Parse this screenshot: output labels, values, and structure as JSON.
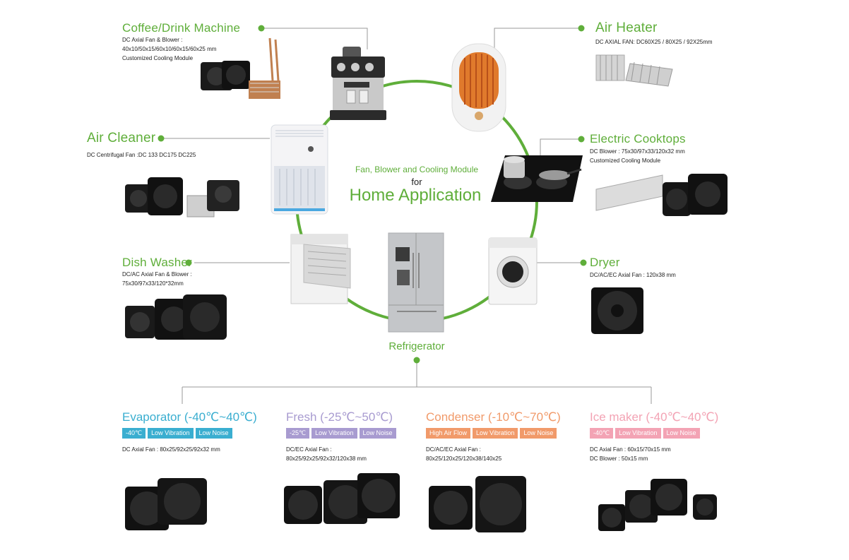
{
  "center": {
    "subtitle": "Fan, Blower and Cooling Module",
    "for": "for",
    "title": "Home Application"
  },
  "applications": {
    "coffee": {
      "title": "Coffee/Drink Machine",
      "lines": [
        "DC Axial Fan & Blower :",
        "40x10/50x15/60x10/60x15/60x25 mm",
        "Customized Cooling Module"
      ]
    },
    "air_cleaner": {
      "title": "Air Cleaner",
      "lines": [
        "DC Centrifugal Fan :DC 133   DC175  DC225"
      ]
    },
    "dish_washer": {
      "title": "Dish Washer",
      "lines": [
        "DC/AC Axial Fan & Blower :",
        "75x30/97x33/120*32mm"
      ]
    },
    "air_heater": {
      "title": "Air Heater",
      "lines": [
        "DC AXIAL FAN: DC60X25 / 80X25 / 92X25mm"
      ]
    },
    "cooktops": {
      "title": "Electric Cooktops",
      "lines": [
        "DC Blower : 75x30/97x33/120x32 mm",
        "Customized Cooling Module"
      ]
    },
    "dryer": {
      "title": "Dryer",
      "lines": [
        "DC/AC/EC Axial Fan : 120x38 mm"
      ]
    },
    "refrigerator": {
      "title": "Refrigerator"
    }
  },
  "categories": [
    {
      "title": "Evaporator (-40℃~40℃)",
      "color": "#3aaed0",
      "tags": [
        "-40℃",
        "Low Vibration",
        "Low Noise"
      ],
      "lines": [
        "DC Axial Fan : 80x25/92x25/92x32 mm"
      ]
    },
    {
      "title": "Fresh (-25℃~50℃)",
      "color": "#a89bd0",
      "tags": [
        "-25℃",
        "Low Vibration",
        "Low Noise"
      ],
      "lines": [
        "DC/EC Axial Fan :",
        "80x25/92x25/92x32/120x38 mm"
      ]
    },
    {
      "title": "Condenser (-10℃~70℃)",
      "color": "#f19a6a",
      "tags": [
        "High Air Flow",
        "Low Vibration",
        "Low Noise"
      ],
      "lines": [
        "DC/AC/EC Axial Fan :",
        "80x25/120x25/120x38/140x25"
      ]
    },
    {
      "title": "Ice maker (-40℃~40℃)",
      "color": "#f3a3b4",
      "tags": [
        "-40℃",
        "Low Vibration",
        "Low Noise"
      ],
      "lines": [
        "DC Axial Fan : 60x15/70x15 mm",
        "DC Blower : 50x15 mm"
      ]
    }
  ],
  "colors": {
    "accent_green": "#5fae3a",
    "connector_gray": "#9a9a9a"
  }
}
